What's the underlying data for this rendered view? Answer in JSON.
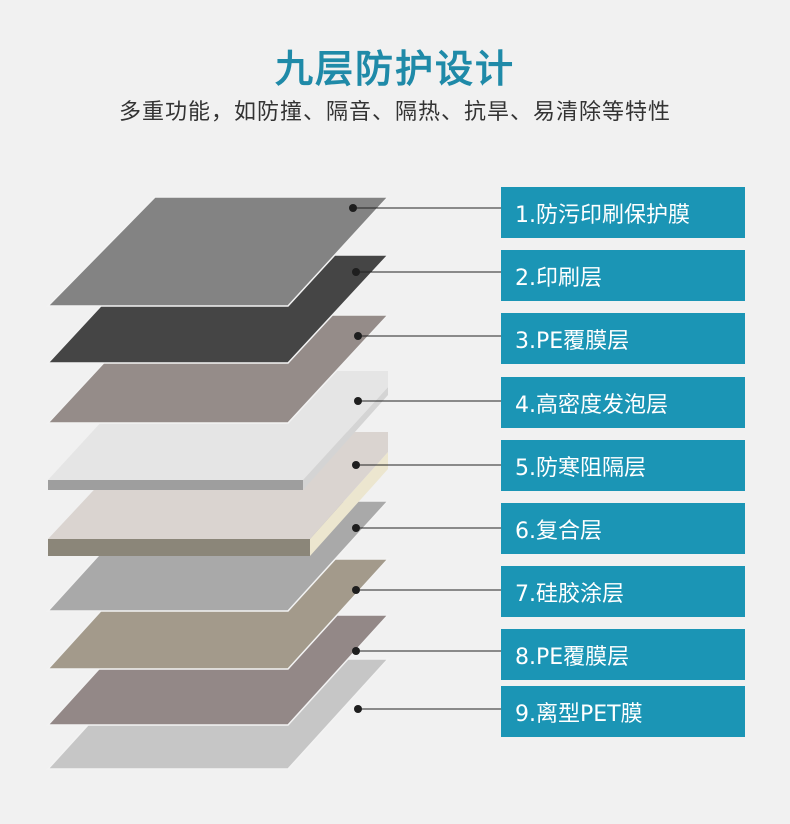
{
  "header": {
    "title": "九层防护设计",
    "subtitle": "多重功能，如防撞、隔音、隔热、抗旱、易清除等特性"
  },
  "layers": [
    {
      "label": "1.防污印刷保护膜",
      "color": "#838383"
    },
    {
      "label": "2.印刷层",
      "color": "#454545"
    },
    {
      "label": "3.PE覆膜层",
      "color": "#958c89"
    },
    {
      "label": "4.高密度发泡层",
      "color": "#e5e5e5"
    },
    {
      "label": "5.防寒阻隔层",
      "color": "#dad4d0"
    },
    {
      "label": "6.复合层",
      "color": "#a9a9a9"
    },
    {
      "label": "7.硅胶涂层",
      "color": "#a39a8b"
    },
    {
      "label": "8.PE覆膜层",
      "color": "#938887"
    },
    {
      "label": "9.离型PET膜",
      "color": "#c6c6c6"
    }
  ],
  "colors": {
    "title": "#1f8aa8",
    "label_box": "#1b95b5",
    "background": "#f1f1f1"
  }
}
